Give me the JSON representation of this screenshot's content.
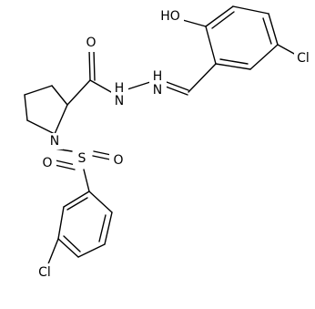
{
  "molecule": {
    "atoms": {
      "ho": "HO",
      "cl_top": "Cl",
      "o_carbonyl": "O",
      "nh_left": "H",
      "n_left": "N",
      "nh_right": "H",
      "n_right": "N",
      "n_ring": "N",
      "s": "S",
      "o_s_right": "O",
      "o_s_left": "O",
      "cl_bottom": "Cl"
    }
  }
}
